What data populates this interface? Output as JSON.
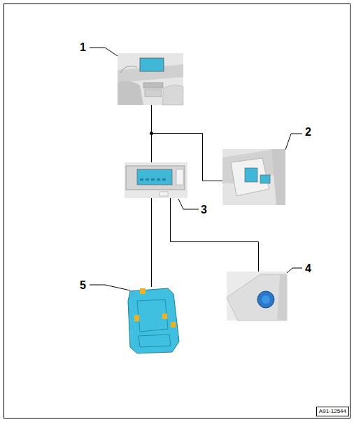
{
  "diagram": {
    "nodes": [
      {
        "text": [
          "1"
        ]
      },
      {
        "text": [
          "2"
        ]
      },
      {
        "text": [
          "3"
        ]
      },
      {
        "text": [
          "4"
        ]
      },
      {
        "text": [
          "5"
        ]
      }
    ],
    "edges": [
      {
        "from": 0,
        "to": 2,
        "arrow": "none"
      },
      {
        "from": 0,
        "to": 1,
        "arrow": "none"
      },
      {
        "from": 2,
        "to": 4,
        "arrow": "none"
      },
      {
        "from": 2,
        "to": 3,
        "arrow": "none"
      }
    ],
    "labels": [
      "A91-12544"
    ]
  }
}
